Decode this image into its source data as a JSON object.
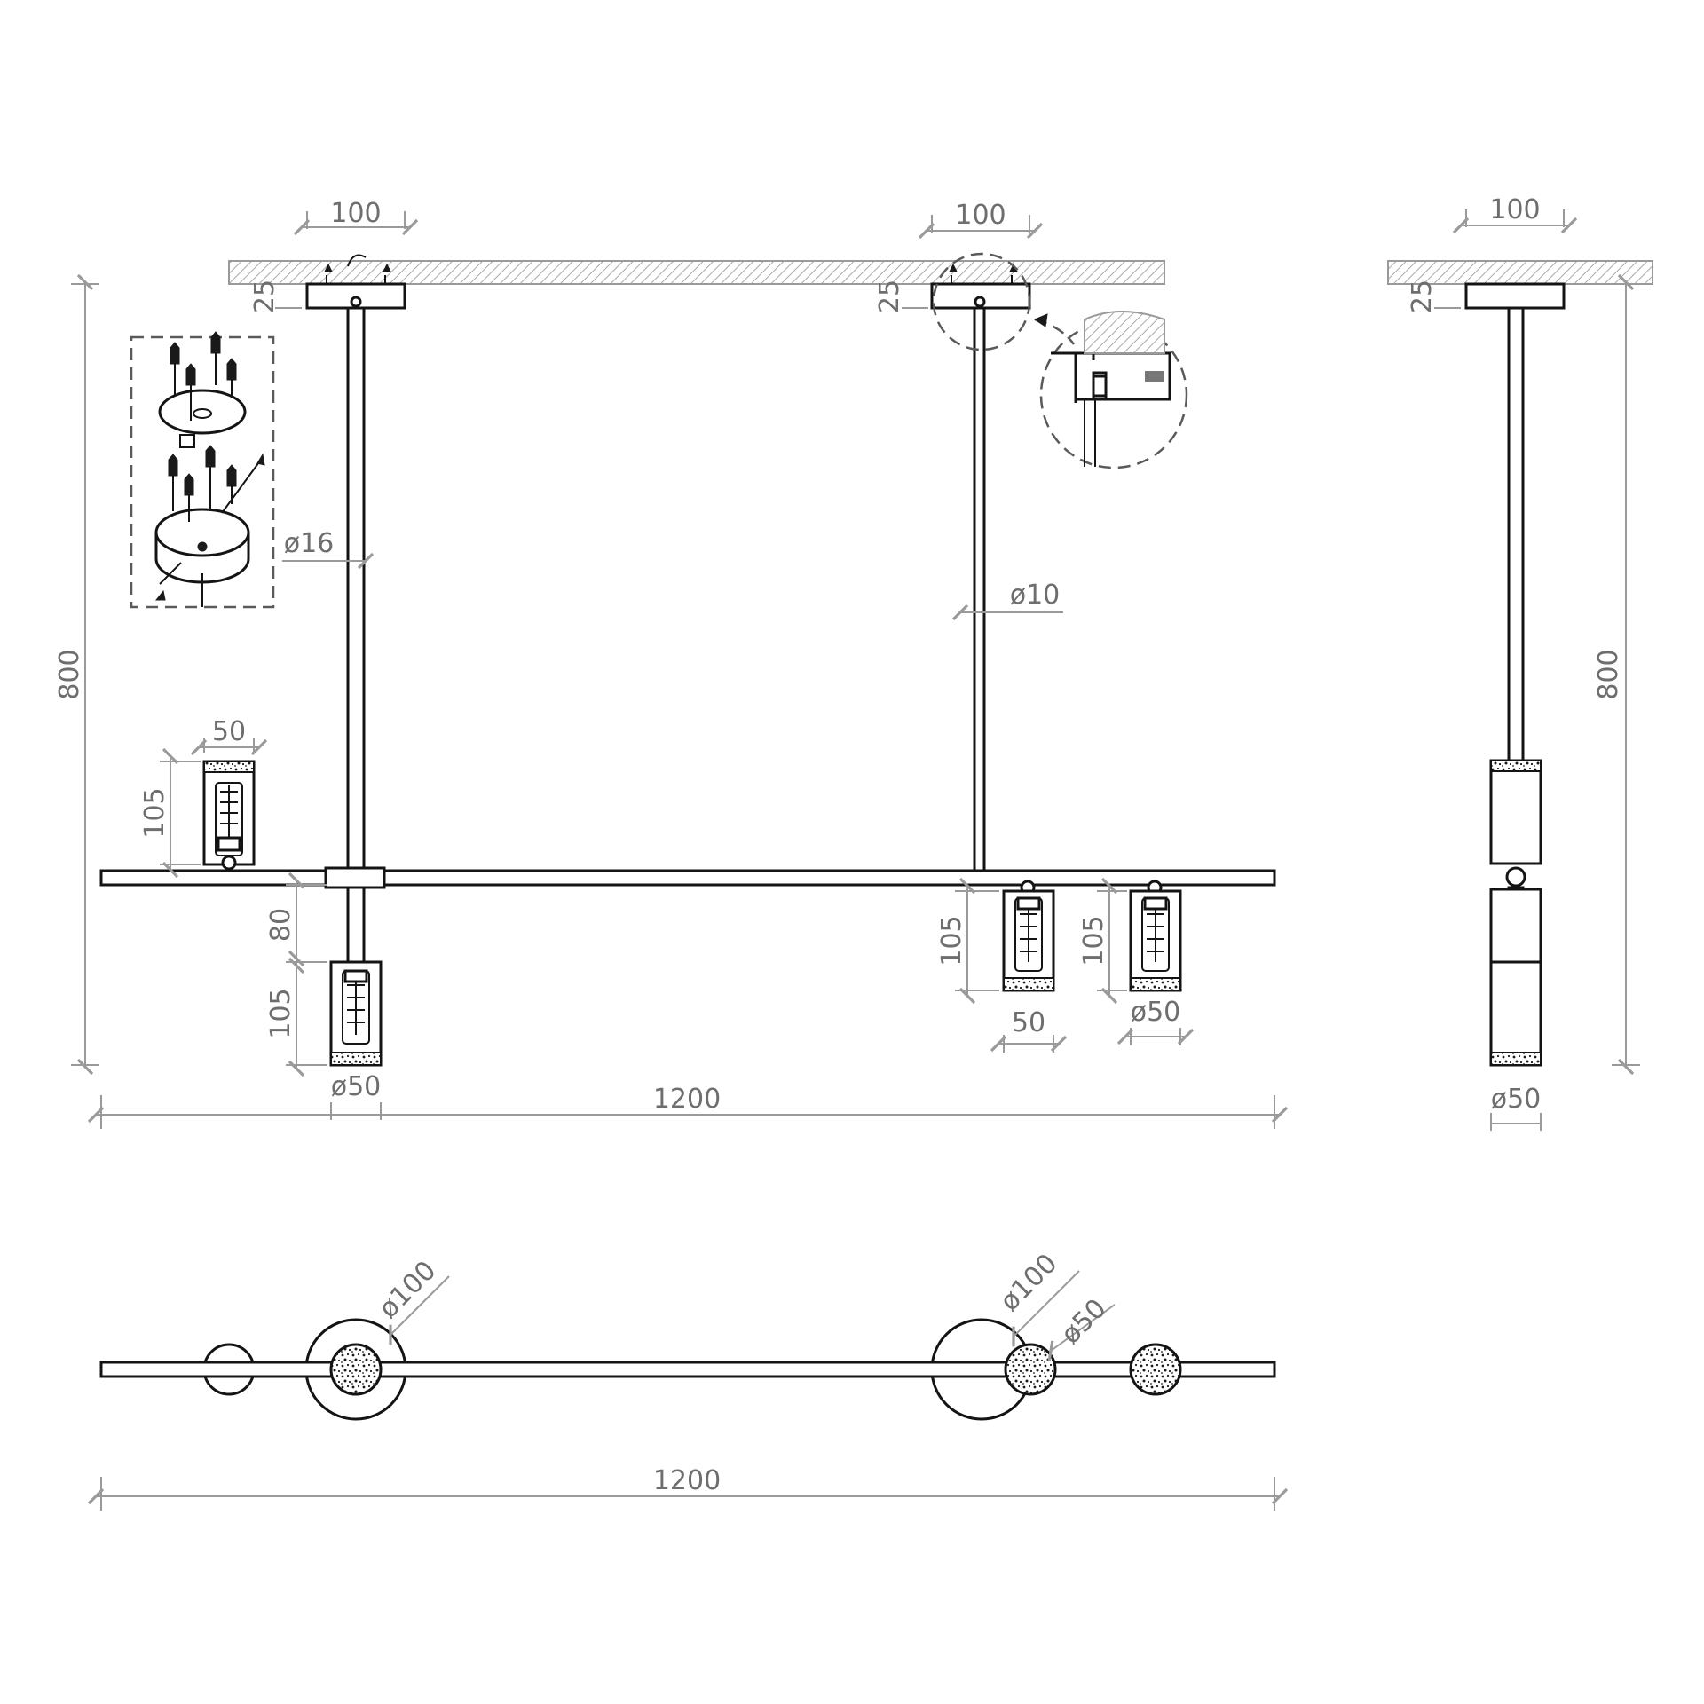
{
  "colors": {
    "line": "#141414",
    "dimension": "#9a9a9a",
    "text": "#6e6e6e",
    "background": "#ffffff"
  },
  "front_view": {
    "mount_left_width": "100",
    "mount_right_width": "100",
    "mount_left_height": "25",
    "mount_right_height": "25",
    "rod_left_diameter": "ø16",
    "rod_right_diameter": "ø10",
    "total_height": "800",
    "upper_shade_width": "50",
    "upper_shade_height": "105",
    "lower_stem_height": "80",
    "lower_shade_height": "105",
    "lower_shade_diameter": "ø50",
    "right_shade_1_height": "105",
    "right_shade_1_width": "50",
    "right_shade_2_height": "105",
    "right_shade_2_diameter": "ø50",
    "total_width": "1200"
  },
  "side_view": {
    "mount_width": "100",
    "mount_height": "25",
    "total_height": "800",
    "shade_diameter": "ø50"
  },
  "top_view": {
    "canopy_left_diameter": "ø100",
    "canopy_right_diameter": "ø100",
    "shade_diameter": "ø50",
    "total_width": "1200"
  }
}
